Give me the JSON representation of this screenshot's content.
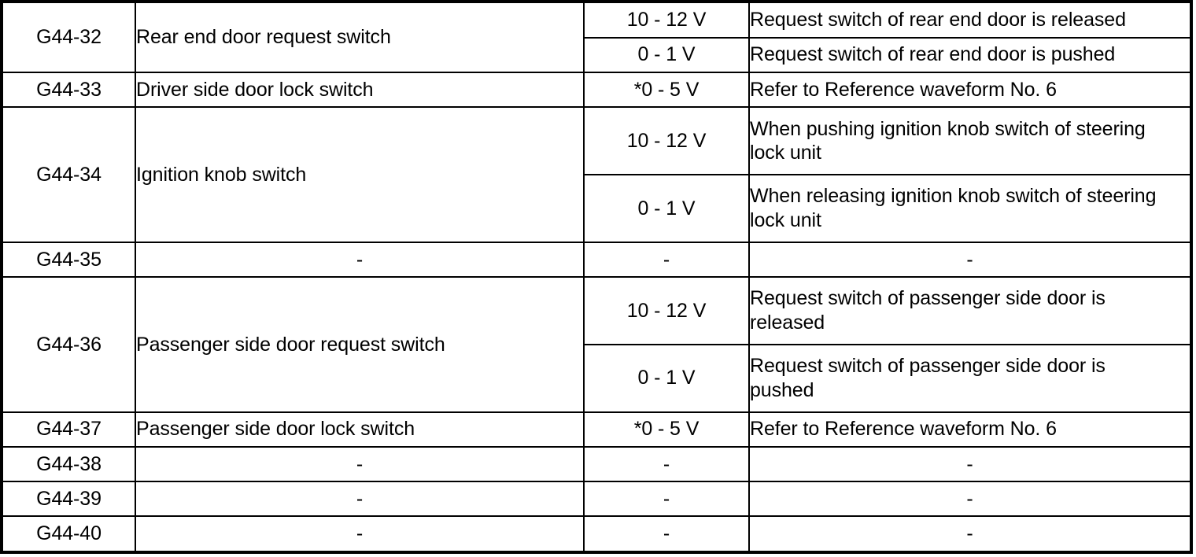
{
  "document": {
    "type": "automotive-wiring-terminal-reference-table",
    "columns": [
      "terminal",
      "signal_name",
      "voltage",
      "condition"
    ]
  },
  "table": {
    "rows": [
      {
        "terminal": "G44-32",
        "signal_name": "Rear end door request switch",
        "name_is_dash": false,
        "measurements": [
          {
            "voltage": "10 - 12 V",
            "condition": "Request switch of rear end door is released",
            "cond_is_dash": false
          },
          {
            "voltage": "0 - 1 V",
            "condition": "Request switch of rear end door is pushed",
            "cond_is_dash": false
          }
        ]
      },
      {
        "terminal": "G44-33",
        "signal_name": "Driver side door lock switch",
        "name_is_dash": false,
        "measurements": [
          {
            "voltage": "*0 - 5 V",
            "condition": "Refer to Reference waveform No. 6",
            "cond_is_dash": false
          }
        ]
      },
      {
        "terminal": "G44-34",
        "signal_name": "Ignition knob switch",
        "name_is_dash": false,
        "measurements": [
          {
            "voltage": "10 - 12 V",
            "condition": "When pushing ignition knob switch of steering\nlock unit",
            "cond_is_dash": false
          },
          {
            "voltage": "0 - 1 V",
            "condition": "When releasing ignition knob switch of steering\nlock unit",
            "cond_is_dash": false
          }
        ]
      },
      {
        "terminal": "G44-35",
        "signal_name": "-",
        "name_is_dash": true,
        "measurements": [
          {
            "voltage": "-",
            "condition": "-",
            "cond_is_dash": true
          }
        ]
      },
      {
        "terminal": "G44-36",
        "signal_name": "Passenger side door request switch",
        "name_is_dash": false,
        "measurements": [
          {
            "voltage": "10 - 12 V",
            "condition": "Request switch of passenger side door is\nreleased",
            "cond_is_dash": false
          },
          {
            "voltage": "0 - 1 V",
            "condition": "Request switch of passenger side door is\npushed",
            "cond_is_dash": false
          }
        ]
      },
      {
        "terminal": "G44-37",
        "signal_name": "Passenger side door lock switch",
        "name_is_dash": false,
        "measurements": [
          {
            "voltage": "*0 - 5 V",
            "condition": "Refer to Reference waveform No. 6",
            "cond_is_dash": false
          }
        ]
      },
      {
        "terminal": "G44-38",
        "signal_name": "-",
        "name_is_dash": true,
        "measurements": [
          {
            "voltage": "-",
            "condition": "-",
            "cond_is_dash": true
          }
        ]
      },
      {
        "terminal": "G44-39",
        "signal_name": "-",
        "name_is_dash": true,
        "measurements": [
          {
            "voltage": "-",
            "condition": "-",
            "cond_is_dash": true
          }
        ]
      },
      {
        "terminal": "G44-40",
        "signal_name": "-",
        "name_is_dash": true,
        "measurements": [
          {
            "voltage": "-",
            "condition": "-",
            "cond_is_dash": true
          }
        ]
      }
    ]
  },
  "style": {
    "text_color": "#000000",
    "background_color": "#ffffff",
    "border_color": "#000000"
  }
}
